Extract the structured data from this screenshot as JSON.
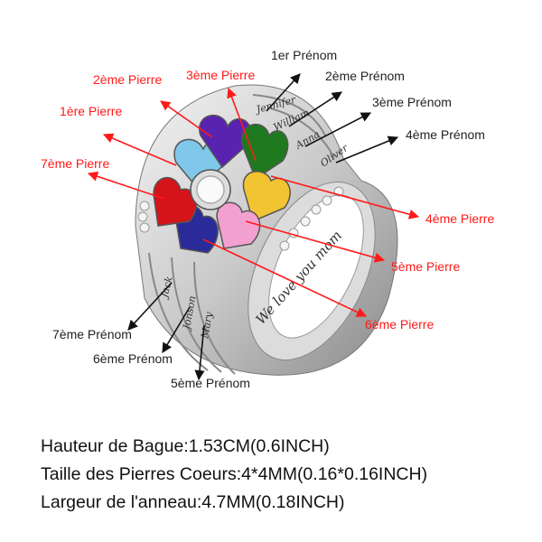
{
  "labels": {
    "name1": "1er Prénom",
    "name2": "2ème Prénom",
    "name3": "3ème Prénom",
    "name4": "4ème Prénom",
    "name5": "5ème Prénom",
    "name6": "6ème Prénom",
    "name7": "7ème Prénom",
    "stone1": "1ère Pierre",
    "stone2": "2ème Pierre",
    "stone3": "3ème Pierre",
    "stone4": "4ème Pierre",
    "stone5": "5ème Pierre",
    "stone6": "6ème Pierre",
    "stone7": "7ème Pierre"
  },
  "engravings": {
    "n1": "Jennifer",
    "n2": "William",
    "n3": "Anna",
    "n4": "Oliver",
    "n5": "Mary",
    "n6": "Jonson",
    "n7": "Jack",
    "inner": "We love you mom"
  },
  "specs": [
    "Hauteur de Bague:1.53CM(0.6INCH)",
    "Taille des Pierres Coeurs:4*4MM(0.16*0.16INCH)",
    "Largeur de l'anneau:4.7MM(0.18INCH)"
  ],
  "colors": {
    "label_red": "#ff1a1a",
    "label_black": "#222222",
    "stone1": "#7fc8ea",
    "stone2": "#5a22b0",
    "stone3": "#1f7a1f",
    "stone4": "#f2c431",
    "stone5": "#f2a0d0",
    "stone6": "#2a2a9a",
    "stone7": "#d4141a"
  }
}
